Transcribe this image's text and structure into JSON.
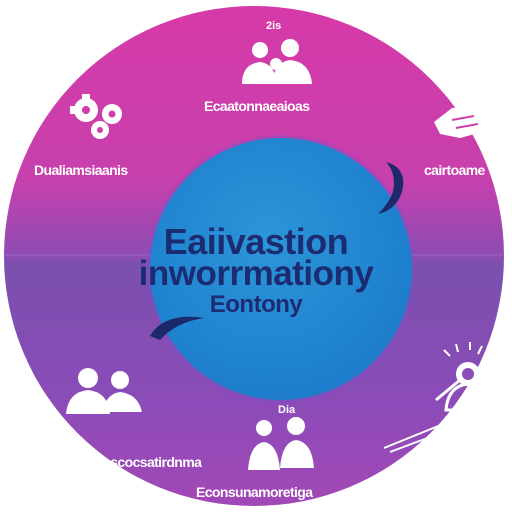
{
  "center": {
    "line1": "Eaiivastion",
    "line2": "inworrmationy",
    "line3": "Eontony"
  },
  "labels": {
    "top": "Ecaatonnaeaioas",
    "left": "Dualiamsiaanis",
    "right": "cairtoame",
    "bottom_left": "Onscocsatirdnma",
    "bottom": "Econsunamoretiga"
  },
  "marks": {
    "top_small": "2is",
    "bottom_small": "Dia"
  },
  "colors": {
    "ring_top": "#d63aa8",
    "ring_bottom": "#8c4bb8",
    "center": "#1f82cf",
    "center_text": "#1b2c72",
    "label": "#ffffff"
  },
  "icons": [
    "people-group-icon",
    "gears-icon",
    "handshake-icon",
    "users-icon",
    "presenter-icon",
    "person-idea-icon"
  ]
}
